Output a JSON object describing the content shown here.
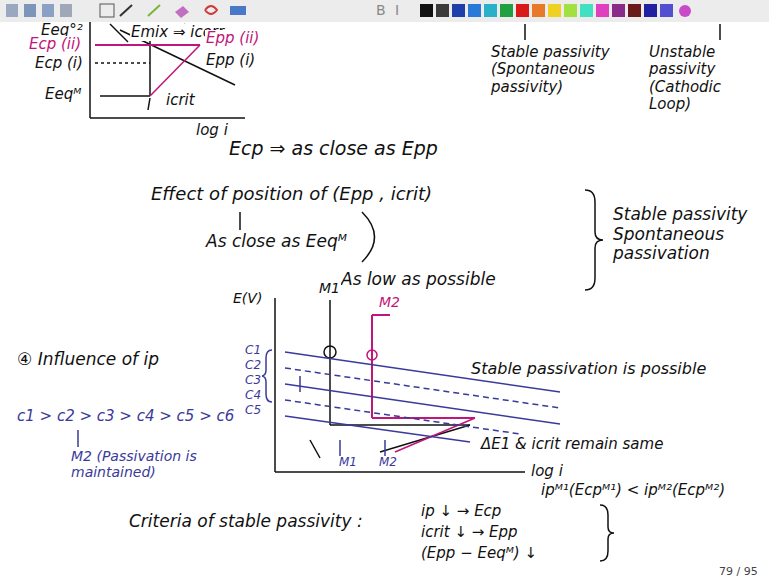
{
  "diagram": {
    "labels": [
      "B",
      "I",
      "Eeq°²",
      "Ecp (ii)",
      "Ecp (i)",
      "Eeqᴹ",
      "Emix ⇒ icorr",
      "Epp (ii)",
      "Epp (i)",
      "icrit",
      "log i",
      "Stable passivity (Spontaneous passivity)",
      "Unstable passivity (Cathodic Loop)",
      "Ecp ⇒ as close as Epp",
      "Effect of position of (Epp , icrit)",
      "As close as Eeqᴹ",
      "As low as possible",
      "Stable passivity Spontaneous passivation",
      "④ Influence of ip",
      "E(V)",
      "M1",
      "M2",
      "C1",
      "C2",
      "C3",
      "C4",
      "C5",
      "c1 > c2 > c3 > c4 > c5 > c6",
      "M2 (Passivation is maintained)",
      "Stable passivation is possible",
      "ΔE1 & icrit remain same",
      "M1",
      "M2",
      "log i",
      "ipᴹ¹(Ecpᴹ¹) < ipᴹ²(Ecpᴹ²)",
      "Criteria of stable passivity :",
      "ip ↓ → Ecp",
      "icrit ↓ → Epp",
      "(Epp − Eeqᴹ) ↓",
      "79 / 95"
    ]
  }
}
